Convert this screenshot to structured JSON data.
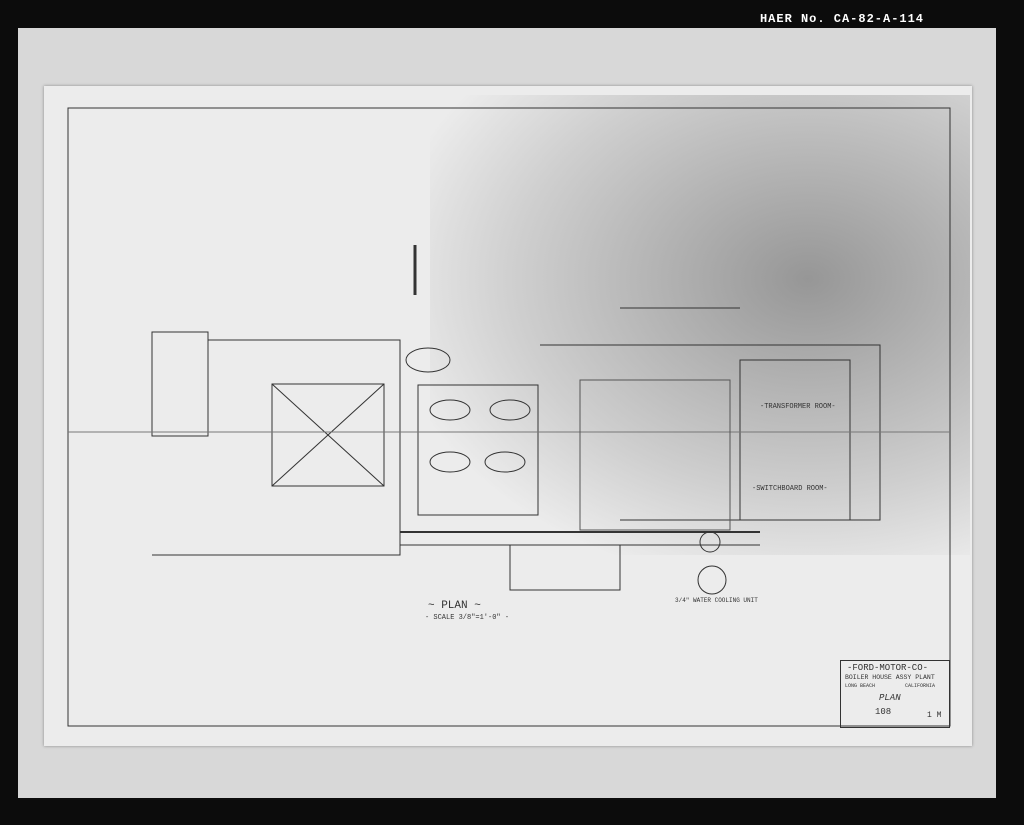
{
  "caption": "HAER No. CA-82-A-114",
  "drawing": {
    "plan_title": "~ PLAN ~",
    "scale": "- SCALE 3/8\"=1'-0\" -",
    "transformer_room": "-TRANSFORMER ROOM-",
    "switchboard_room": "-SWITCHBOARD ROOM-",
    "cooling_unit": "3/4\" WATER COOLING UNIT"
  },
  "title_block": {
    "company": "-FORD-MOTOR-CO-",
    "building": "BOILER HOUSE ASSY PLANT",
    "city": "LONG BEACH",
    "state": "CALIFORNIA",
    "sheet_title": "PLAN",
    "number": "108",
    "sheet": "1 M"
  }
}
